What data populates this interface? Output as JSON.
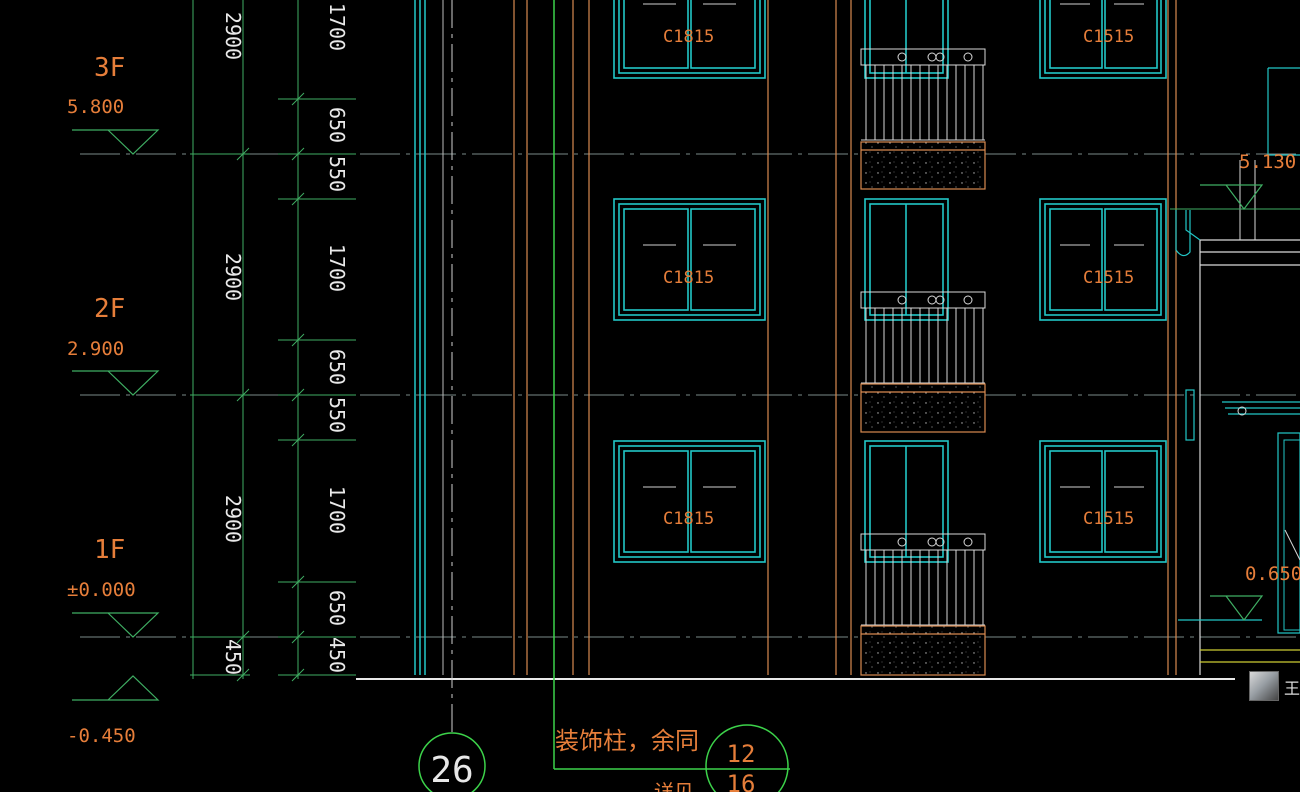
{
  "colors": {
    "background": "#000000",
    "dimension_line": "#3fae63",
    "text_orange": "#e67e3a",
    "window_cyan": "#22c7c7",
    "wall_orange": "#d98a50",
    "railing": "#d9d9d9",
    "grid_green": "#3cd24a"
  },
  "floors": [
    {
      "name": "3F",
      "elevation": "5.800"
    },
    {
      "name": "2F",
      "elevation": "2.900"
    },
    {
      "name": "1F",
      "elevation": "±0.000"
    }
  ],
  "ground_elevation": "-0.450",
  "total_dims": [
    "2900",
    "2900",
    "2900",
    "450"
  ],
  "detail_dims": [
    "1700",
    "650",
    "550",
    "1700",
    "650",
    "550",
    "1700",
    "650",
    "450"
  ],
  "windows": {
    "left_label": "C1815",
    "right_label": "C1515"
  },
  "right_elevations": [
    "5.130",
    "0.650"
  ],
  "axis_bubble": "26",
  "annotation_text": "装饰柱，余同",
  "detail_ref": {
    "top": "12",
    "bottom": "16"
  },
  "annotation_partial": "详见",
  "watermark": {
    "text": "王",
    "icon": "avatar-icon"
  }
}
